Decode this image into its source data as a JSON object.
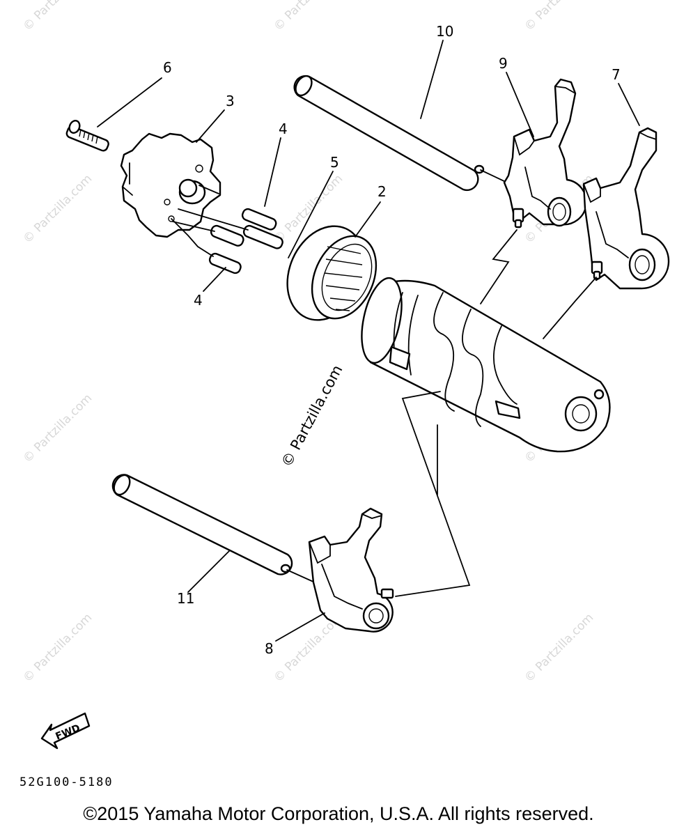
{
  "diagram": {
    "callouts": [
      "10",
      "9",
      "7",
      "6",
      "3",
      "4",
      "5",
      "2",
      "4",
      "11",
      "8"
    ],
    "watermark": "© Partzilla.com",
    "watermark_small": "© Partzilla.com",
    "fwd_label": "FWD"
  },
  "footer": {
    "code": "52G100-5180",
    "copyright": "©2015 Yamaha Motor Corporation, U.S.A. All rights reserved."
  }
}
